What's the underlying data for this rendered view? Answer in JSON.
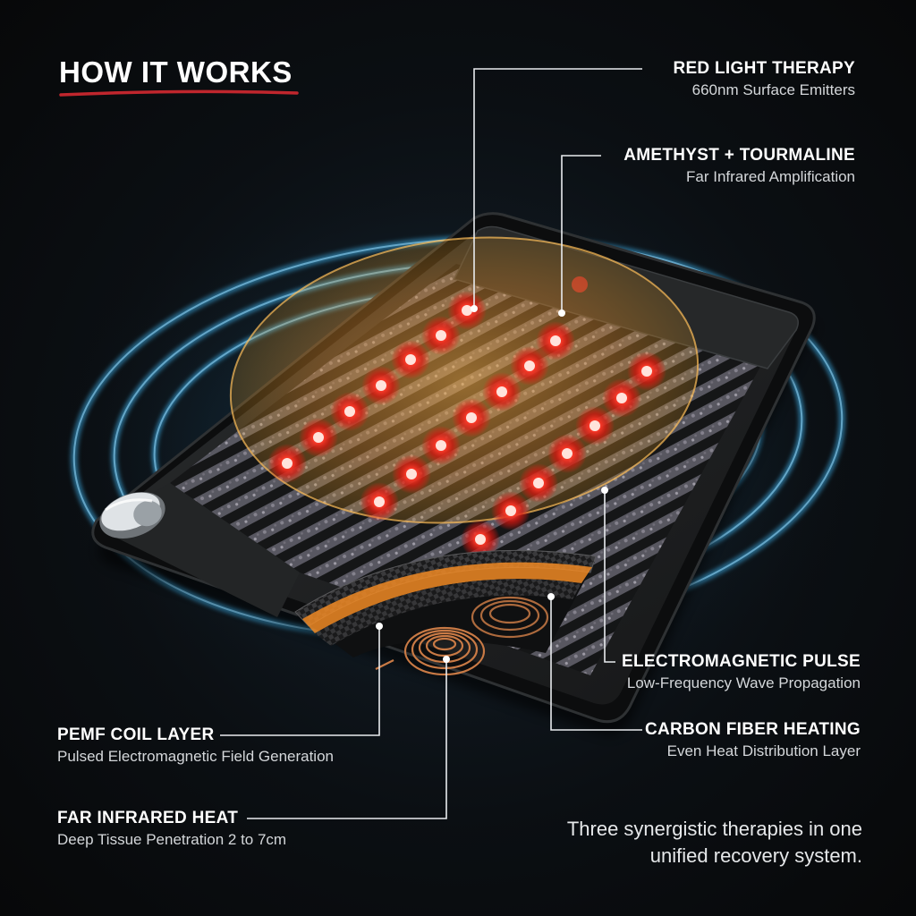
{
  "title": "HOW IT WORKS",
  "callouts": {
    "red_light": {
      "heading": "RED LIGHT THERAPY",
      "sub": "660nm Surface Emitters"
    },
    "amethyst": {
      "heading": "AMETHYST + TOURMALINE",
      "sub": "Far Infrared Amplification"
    },
    "electromagnetic": {
      "heading": "ELECTROMAGNETIC PULSE",
      "sub": "Low-Frequency Wave Propagation"
    },
    "carbon_fiber": {
      "heading": "CARBON FIBER HEATING",
      "sub": "Even Heat Distribution Layer"
    },
    "pemf": {
      "heading": "PEMF COIL LAYER",
      "sub": "Pulsed Electromagnetic Field Generation"
    },
    "far_infrared": {
      "heading": "FAR INFRARED HEAT",
      "sub": "Deep Tissue Penetration 2 to 7cm"
    }
  },
  "tagline": "Three synergistic therapies in one unified recovery system.",
  "colors": {
    "accent_red": "#c0262d",
    "emitter_red": "#ff2a1f",
    "glow_orange": "#f5a623",
    "wave_blue": "#3aa8e0",
    "copper": "#c97a45",
    "leader_line": "#e9ecef"
  }
}
